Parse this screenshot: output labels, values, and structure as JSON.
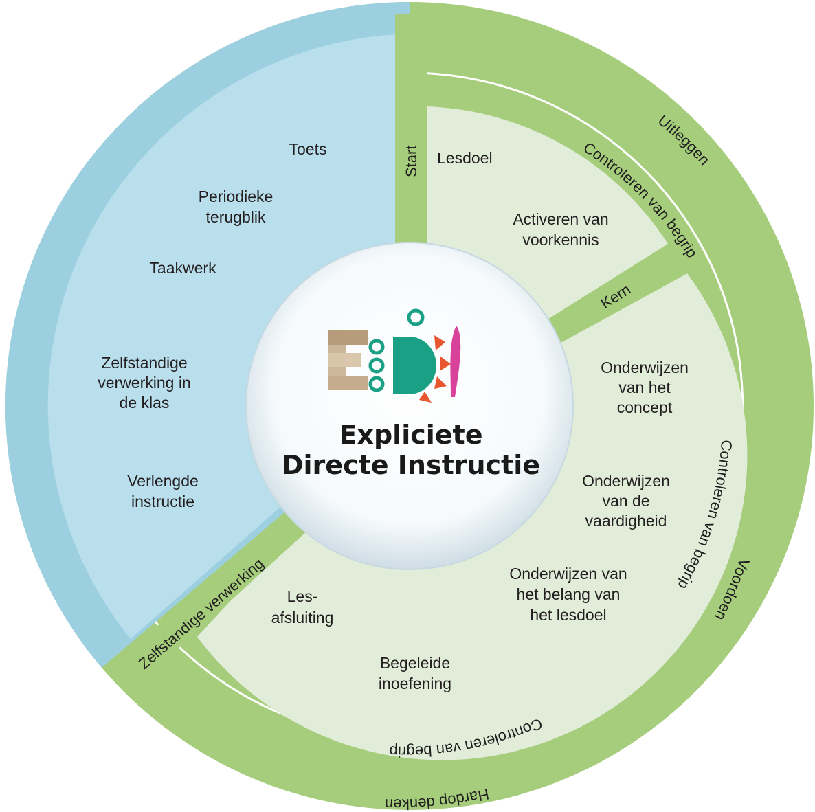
{
  "title": {
    "line1": "Expliciete",
    "line2": "Directe Instructie",
    "logo_text": "EDI"
  },
  "colors": {
    "blue_outer": "#9ccfe0",
    "blue_inner": "#b9deec",
    "green_outer": "#a6cd7c",
    "green_light": "#e1ecd9",
    "center": "#ffffff"
  },
  "outer_ring": {
    "uitleggen": "Uitleggen",
    "voordoen": "Voordoen",
    "hardop_denken": "Hardop denken"
  },
  "middle_ring": {
    "controleren_top": "Controleren van begrip",
    "controleren_right": "Controleren van begrip",
    "controleren_bottom": "Controleren van begrip"
  },
  "dividers": {
    "start": "Start",
    "kern": "Kern",
    "zelfstandige_verwerking": "Zelfstandige verwerking"
  },
  "start_section": {
    "lesdoel": "Lesdoel",
    "activeren_line1": "Activeren van",
    "activeren_line2": "voorkennis"
  },
  "kern_section": {
    "concept_line1": "Onderwijzen",
    "concept_line2": "van het",
    "concept_line3": "concept",
    "vaardigheid_line1": "Onderwijzen",
    "vaardigheid_line2": "van de",
    "vaardigheid_line3": "vaardigheid",
    "belang_line1": "Onderwijzen van",
    "belang_line2": "het belang van",
    "belang_line3": "het lesdoel",
    "afsluiting_line1": "Les-",
    "afsluiting_line2": "afsluiting",
    "inoefening_line1": "Begeleide",
    "inoefening_line2": "inoefening"
  },
  "verwerking_section": {
    "toets": "Toets",
    "terugblik_line1": "Periodieke",
    "terugblik_line2": "terugblik",
    "taakwerk": "Taakwerk",
    "zelfstandig_line1": "Zelfstandige",
    "zelfstandig_line2": "verwerking in",
    "zelfstandig_line3": "de klas",
    "verlengde_line1": "Verlengde",
    "verlengde_line2": "instructie"
  }
}
